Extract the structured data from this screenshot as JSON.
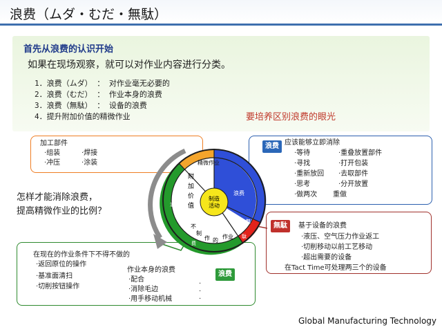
{
  "page": {
    "title": "浪费（ムダ・むだ・無駄）"
  },
  "intro": {
    "heading": "首先从浪费的认识开始",
    "subtitle": "如果在现场观察，就可以对作业内容进行分类。",
    "categories": [
      "1．浪费（ムダ） ： 对作业毫无必要的",
      "2．浪费（むだ） ： 作业本身的浪费",
      "3．浪费（無駄） ： 设备的浪费",
      "4．提升附加价值的精微作业"
    ],
    "callout": "要培养区别浪费的眼光"
  },
  "processing": {
    "title": "加工部件",
    "items": [
      "·组装",
      "·焊接",
      "·冲压",
      "·涂装"
    ]
  },
  "muda_box": {
    "tag": "浪费",
    "title": "应该能够立即消除",
    "items": [
      "·等待",
      "·重叠放置部件",
      "·寻找",
      "·打开包装",
      "·重新放回",
      "·去取部件",
      "·思考",
      "·分开放置",
      "·做两次",
      "重做"
    ]
  },
  "muri_box": {
    "tag": "無駄",
    "title": "基于设备的浪费",
    "items": [
      "·液压、空气压力作业返工",
      "·切削移动以前工艺移动",
      "·超出需要的设备",
      "在Tact Time可处理两三个的设备"
    ]
  },
  "mura_box": {
    "title": "在现在的作业条件下不得不做的",
    "items": [
      "·返回原位的操作",
      "·基准面清扫",
      "·切削按钮操作"
    ],
    "sub_title": "作业本身的浪费",
    "sub_items": [
      "·配合",
      "·消除毛边",
      "·用手移动机械"
    ],
    "dots": [
      "·",
      "·",
      "·"
    ],
    "tag": "浪费"
  },
  "question": {
    "line1": "怎样才能消除浪费，",
    "line2": "提高精微作业的比例？"
  },
  "wheel": {
    "center_line1": "制造",
    "center_line2": "活动",
    "added_value_chars": [
      "附",
      "加",
      "价",
      "值"
    ],
    "non_value_chars": [
      "不",
      "制",
      "作",
      "的"
    ],
    "work_label": "作业",
    "outer_labels": {
      "fine_work": "精微作业",
      "muda": "浪费",
      "muri": "無",
      "muri2": "駄",
      "mura": "浪",
      "mura2": "费"
    },
    "colors": {
      "fine_work": "#f4a52c",
      "muda": "#2f4fd8",
      "muri": "#e3231c",
      "mura": "#249a2c",
      "center": "#f6e61b",
      "arrow": "#8c8c8c"
    }
  },
  "footer": {
    "text": "Global Manufacturing Technology"
  }
}
